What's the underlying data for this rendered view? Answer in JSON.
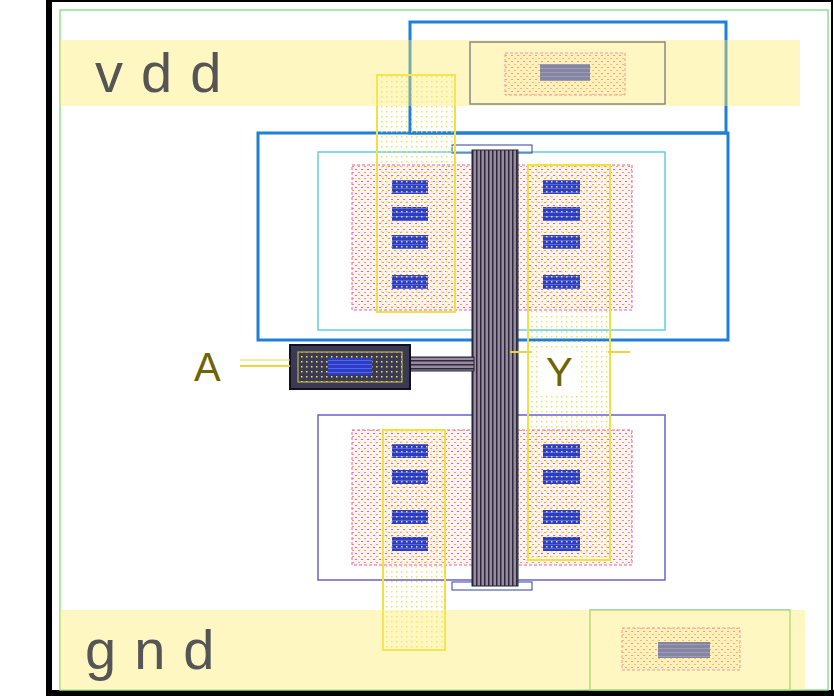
{
  "diagram": {
    "nodes": [
      {
        "text": [
          "vdd"
        ]
      },
      {
        "text": [
          "gnd"
        ]
      }
    ],
    "labels": [
      "A",
      "Y"
    ]
  }
}
